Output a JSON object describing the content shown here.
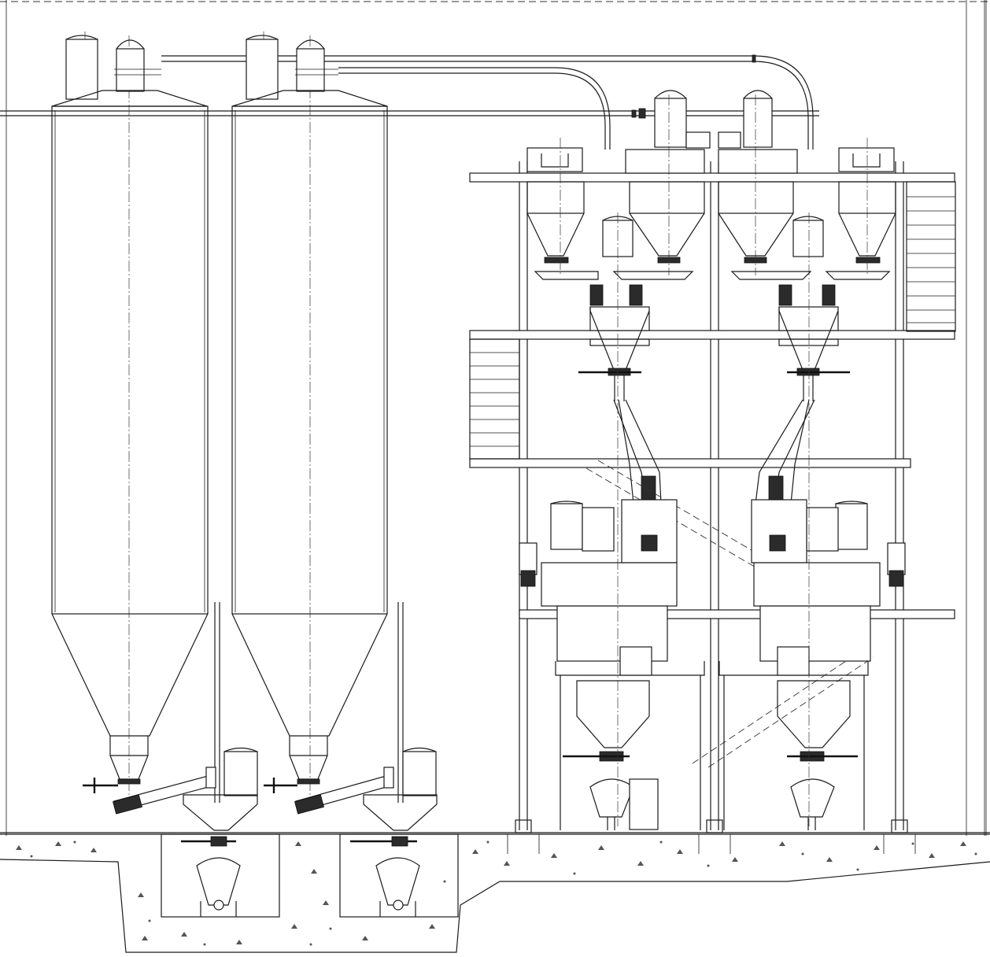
{
  "drawing": {
    "style": "technical-line-drawing",
    "line_color": "#1a1a1a",
    "background_color": "#ffffff",
    "components": {
      "storage_silos": 2,
      "top_bins_per_tower": 4,
      "mixers": 2,
      "surge_hoppers": 2,
      "pneumatic_pumps": 4,
      "screw_conveyors": 2,
      "structure_platforms": 4,
      "ground_pits": 2
    }
  }
}
